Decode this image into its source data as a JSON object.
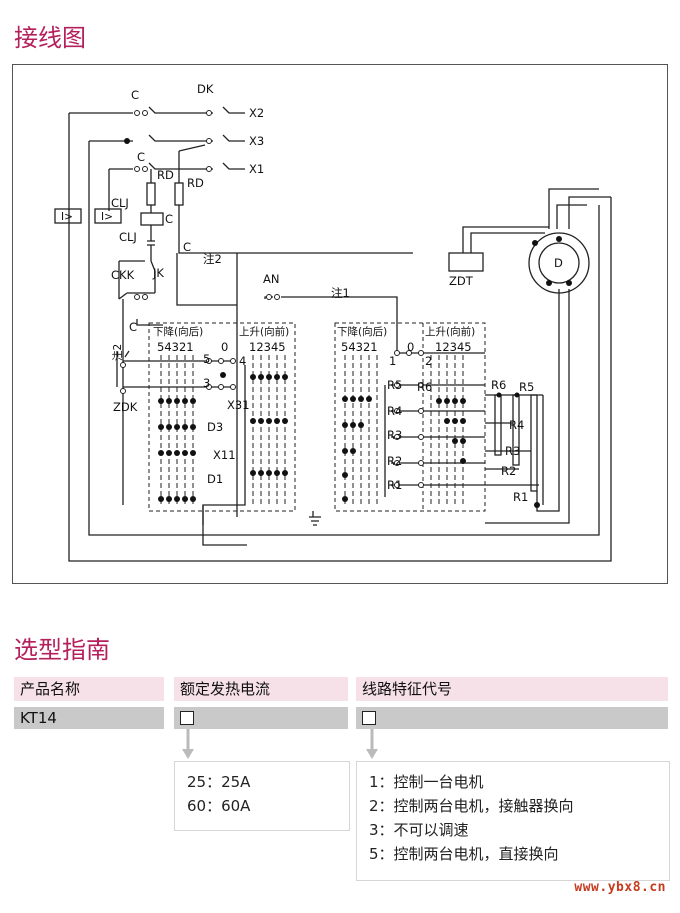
{
  "titles": {
    "wiring": "接线图",
    "selection": "选型指南"
  },
  "diagram": {
    "labels": {
      "C": "C",
      "DK": "DK",
      "X2": "X2",
      "X3": "X3",
      "X1": "X1",
      "RD": "RD",
      "CLJ": "CLJ",
      "JK": "JK",
      "CKK": "CKK",
      "ZDK": "ZDK",
      "AN": "AN",
      "zhu1": "注1",
      "zhu2": "注2",
      "down": "下降(向后)",
      "up": "上升(向前)",
      "down_digits": "54321",
      "up_digits": "12345",
      "zero": "0",
      "X31": "X31",
      "X11": "X11",
      "D3": "D3",
      "D1": "D1",
      "ZDT": "ZDT",
      "D": "D",
      "R1": "R1",
      "R2": "R2",
      "R3": "R3",
      "R4": "R4",
      "R5": "R5",
      "R6": "R6",
      "n1": "1",
      "n2": "2",
      "n3": "3",
      "n4": "4",
      "n5": "5",
      "relay_sym": "I>"
    }
  },
  "table": {
    "headers": [
      "产品名称",
      "额定发热电流",
      "线路特征代号"
    ],
    "product_value": "KT14",
    "current_options": [
      "25：25A",
      "60：60A"
    ],
    "circuit_options": [
      "1：控制一台电机",
      "2：控制两台电机，接触器换向",
      "3：不可以调速",
      "5：控制两台电机，直接换向"
    ]
  },
  "watermark": "www.ybx8.cn",
  "colors": {
    "title": "#b5205c",
    "header_bg": "#f6e1e8",
    "value_bg": "#c9c9c9",
    "watermark": "#c63b1f"
  }
}
